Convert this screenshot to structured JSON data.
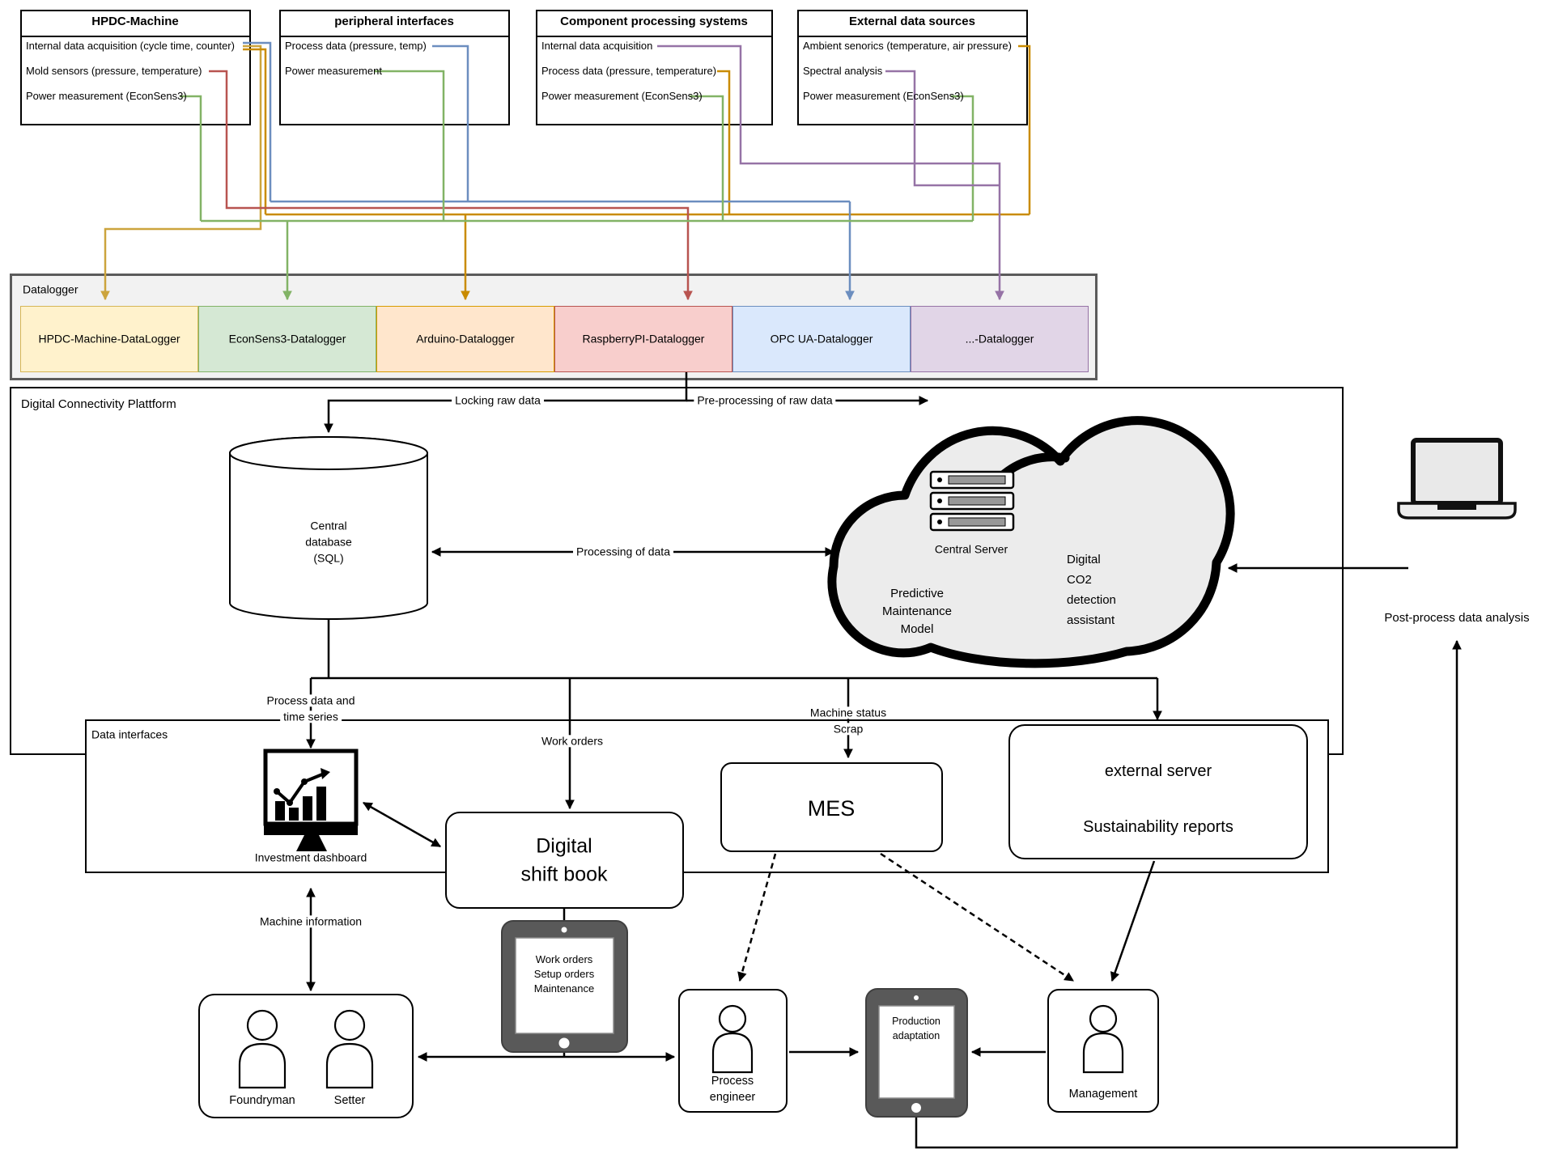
{
  "sources": [
    {
      "title": "HPDC-Machine",
      "items": [
        "Internal data acquisition (cycle time, counter)",
        "Mold sensors (pressure, temperature)",
        "Power measurement (EconSens3)"
      ]
    },
    {
      "title": "peripheral interfaces",
      "items": [
        "Process data (pressure, temp)",
        "Power measurement"
      ]
    },
    {
      "title": "Component processing systems",
      "items": [
        "Internal data acquisition",
        "Process data (pressure, temperature)",
        "Power measurement (EconSens3)"
      ]
    },
    {
      "title": "External data sources",
      "items": [
        "Ambient senorics (temperature, air pressure)",
        "Spectral analysis",
        "Power measurement (EconSens3)"
      ]
    }
  ],
  "datalogger": {
    "panel_label": "Datalogger",
    "items": [
      {
        "label": "HPDC-Machine-DataLogger",
        "fill": "#FFF2CC",
        "stroke": "#D6B656"
      },
      {
        "label": "EconSens3-Datalogger",
        "fill": "#D5E8D4",
        "stroke": "#82B366"
      },
      {
        "label": "Arduino-Datalogger",
        "fill": "#FFE6CC",
        "stroke": "#D79B00"
      },
      {
        "label": "RaspberryPI-Datalogger",
        "fill": "#F8CECC",
        "stroke": "#B85450"
      },
      {
        "label": "OPC UA-Datalogger",
        "fill": "#DAE8FC",
        "stroke": "#6C8EBF"
      },
      {
        "label": "...-Datalogger",
        "fill": "#E1D5E7",
        "stroke": "#9673A6"
      }
    ]
  },
  "wire_colors": {
    "hpdc": "#CCA43D",
    "arduino": "#C98B00",
    "econsens": "#82B366",
    "raspberry": "#B85450",
    "opcua": "#6C8EBF",
    "generic": "#9673A6"
  },
  "platform": {
    "panel_label": "Digital Connectivity Plattform",
    "database_lines": [
      "Central",
      "database",
      "(SQL)"
    ],
    "cloud": {
      "server_label": "Central Server",
      "predictive_lines": [
        "Predictive",
        "Maintenance",
        "Model"
      ],
      "co2_lines": [
        "Digital",
        "CO2",
        "detection",
        "assistant"
      ]
    },
    "labels": {
      "locking": "Locking raw data",
      "preprocessing": "Pre-processing of raw data",
      "processing": "Processing of data"
    }
  },
  "interfaces": {
    "panel_label": "Data interfaces",
    "dashboard_label": "Investment dashboard",
    "shiftbook_lines": [
      "Digital",
      "shift book"
    ],
    "mes_label": "MES",
    "external_lines": [
      "external server",
      "Sustainability reports"
    ],
    "labels": {
      "process_data_1": "Process data and",
      "process_data_2": "time series",
      "work_orders": "Work orders",
      "machine_status_1": "Machine status",
      "machine_status_2": "Scrap",
      "machine_information": "Machine information"
    }
  },
  "devices": {
    "shift_tablet_lines": [
      "Work orders",
      "Setup orders",
      "Maintenance"
    ],
    "production_tablet_lines": [
      "Production",
      "adaptation"
    ],
    "postprocess_label": "Post-process data analysis"
  },
  "people": {
    "foundryman": "Foundryman",
    "setter": "Setter",
    "engineer_lines": [
      "Process",
      "engineer"
    ],
    "management": "Management"
  }
}
